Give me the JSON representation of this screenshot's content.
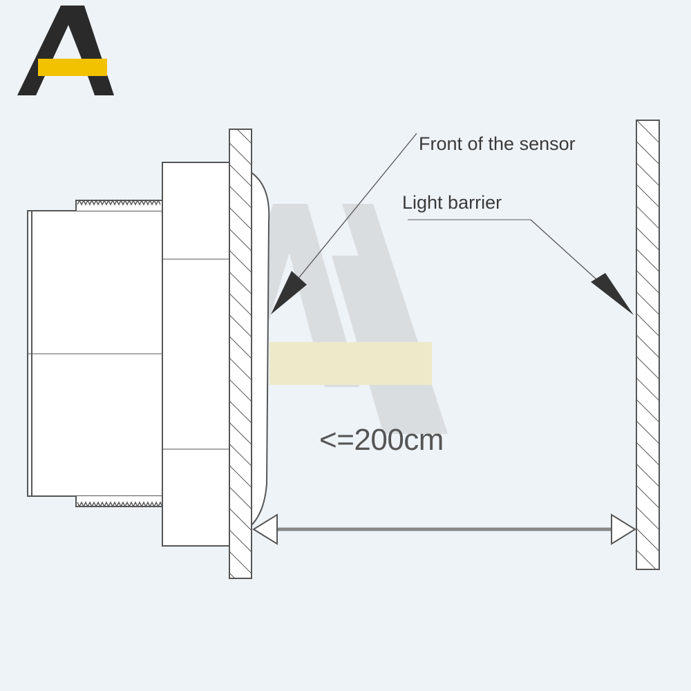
{
  "logo": {
    "name": "brand-logo",
    "text": ""
  },
  "labels": {
    "front_of_sensor": "Front of the sensor",
    "light_barrier": "Light barrier",
    "distance": "<=200cm"
  },
  "colors": {
    "background": "#eef3f8",
    "logo_dark": "#2a2a2a",
    "logo_accent": "#f2c200",
    "line": "#555555",
    "sensor_fill": "#ffffff",
    "watermark_gray": "#d3d6d9",
    "watermark_yellow": "#efe6b8"
  },
  "icons": {
    "logo": "aa-logo-icon",
    "dimension": "double-arrow-icon",
    "leader": "leader-arrow-icon"
  }
}
